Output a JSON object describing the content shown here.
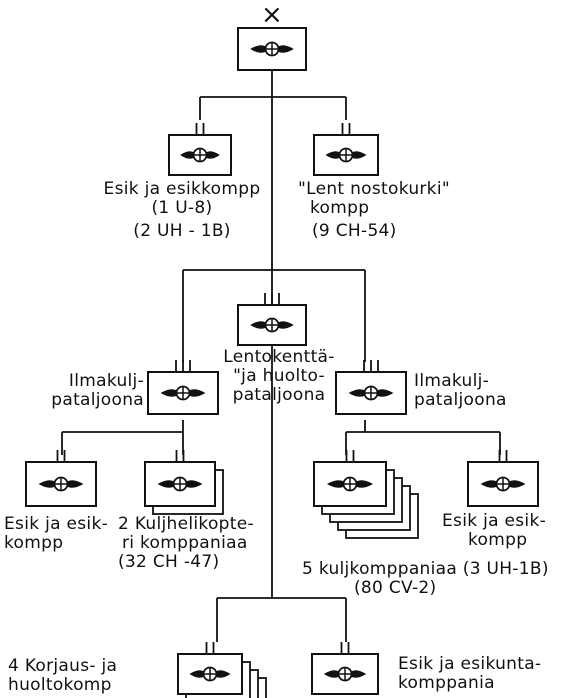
{
  "top_marker": "×",
  "units": [
    {
      "id": "hq",
      "lines": []
    },
    {
      "id": "recon-company",
      "lines": [
        "Esik ja esikkompp",
        "(1 U-8)",
        "(2 UH - 1B)"
      ]
    },
    {
      "id": "heavy-lift-company",
      "lines": [
        "\"Lent nostokurki\"",
        "kompp",
        "(9 CH-54)"
      ]
    },
    {
      "id": "airfield-service-battalion",
      "lines": [
        "Lentokenttä-",
        "\"ja huolto-",
        "pataljoona"
      ]
    },
    {
      "id": "transport-battalion-left",
      "lines": [
        "Ilmakulj-",
        "pataljoona"
      ]
    },
    {
      "id": "transport-battalion-right",
      "lines": [
        "Ilmakulj-",
        "pataljoona"
      ]
    },
    {
      "id": "hq-company-left",
      "lines": [
        "Esik ja esik-",
        "kompp"
      ]
    },
    {
      "id": "transport-helicopter-companies",
      "lines": [
        "2 Kuljhelikopte-",
        "ri komppaniaa",
        "(32 CH -47)"
      ]
    },
    {
      "id": "transport-companies",
      "lines": [
        "5 kuljkomppaniaa (3 UH-1B)",
        "(80 CV-2)"
      ]
    },
    {
      "id": "hq-company-right",
      "lines": [
        "Esik ja esik-",
        "kompp"
      ]
    },
    {
      "id": "repair-companies",
      "lines": [
        "4 Korjaus- ja",
        "huoltokomp"
      ]
    },
    {
      "id": "hq-service-company",
      "lines": [
        "Esik ja esikunta-",
        "komppania"
      ]
    }
  ]
}
